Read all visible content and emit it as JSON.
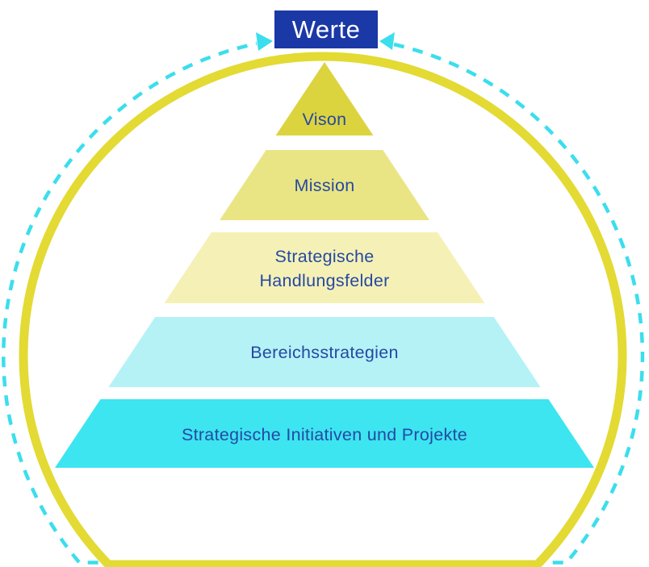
{
  "header": {
    "werte_label": "Werte"
  },
  "pyramid": {
    "levels": [
      {
        "label": "Vison"
      },
      {
        "label": "Mission"
      },
      {
        "label_line1": "Strategische",
        "label_line2": "Handlungsfelder"
      },
      {
        "label": "Bereichsstrategien"
      },
      {
        "label": "Strategische Initiativen und Projekte"
      }
    ]
  },
  "colors": {
    "background": "#ffffff",
    "werte_box": "#1a38a6",
    "werte_text": "#ffffff",
    "label_text": "#2649a3",
    "ring_yellow": "#e3da34",
    "ring_dashed_cyan": "#3bdeed",
    "arrow_cyan": "#3bdeed",
    "level_1": "#dcd43e",
    "level_2": "#eae584",
    "level_3": "#f5f1b6",
    "level_4": "#b5f2f6",
    "level_5": "#3ce5f0"
  }
}
